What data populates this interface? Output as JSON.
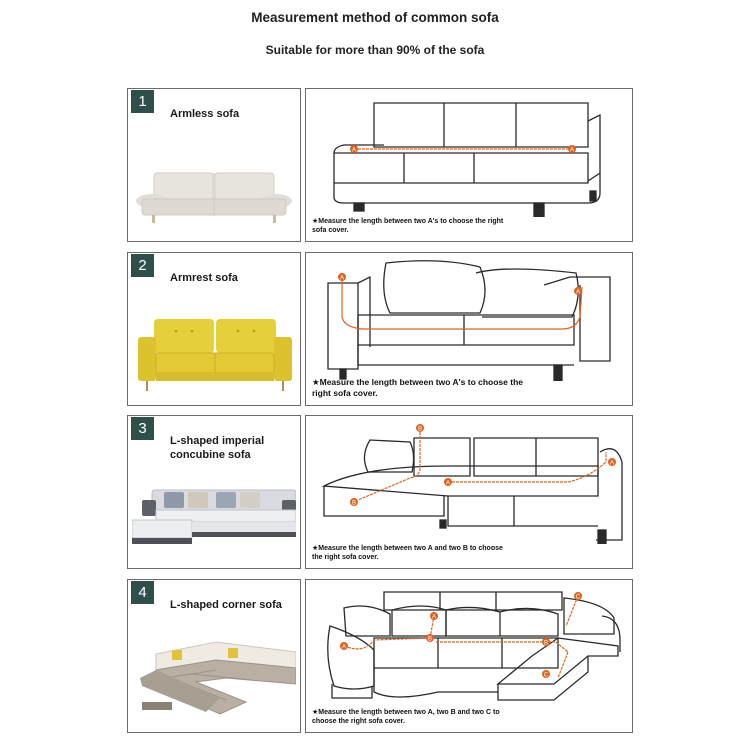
{
  "header": {
    "title": "Measurement method of common sofa",
    "subtitle": "Suitable for more than 90% of the sofa"
  },
  "rows": [
    {
      "number": "1",
      "name": "Armless sofa",
      "note": "★Measure the length between two A's to choose the right sofa cover."
    },
    {
      "number": "2",
      "name": "Armrest sofa",
      "note": "★Measure the length between two A's to choose the right sofa cover."
    },
    {
      "number": "3",
      "name": "L-shaped imperial concubine sofa",
      "note": "★Measure the length between two A and two B to choose the right sofa cover."
    },
    {
      "number": "4",
      "name": "L-shaped corner sofa",
      "note": "★Measure the length between two A, two B and two C to choose the right sofa cover."
    }
  ],
  "markers": {
    "a": "A",
    "b": "B",
    "c": "C"
  },
  "colors": {
    "badge": "#2f4f4a",
    "measure_line": "#e0641e",
    "outline": "#2a2a2a"
  }
}
